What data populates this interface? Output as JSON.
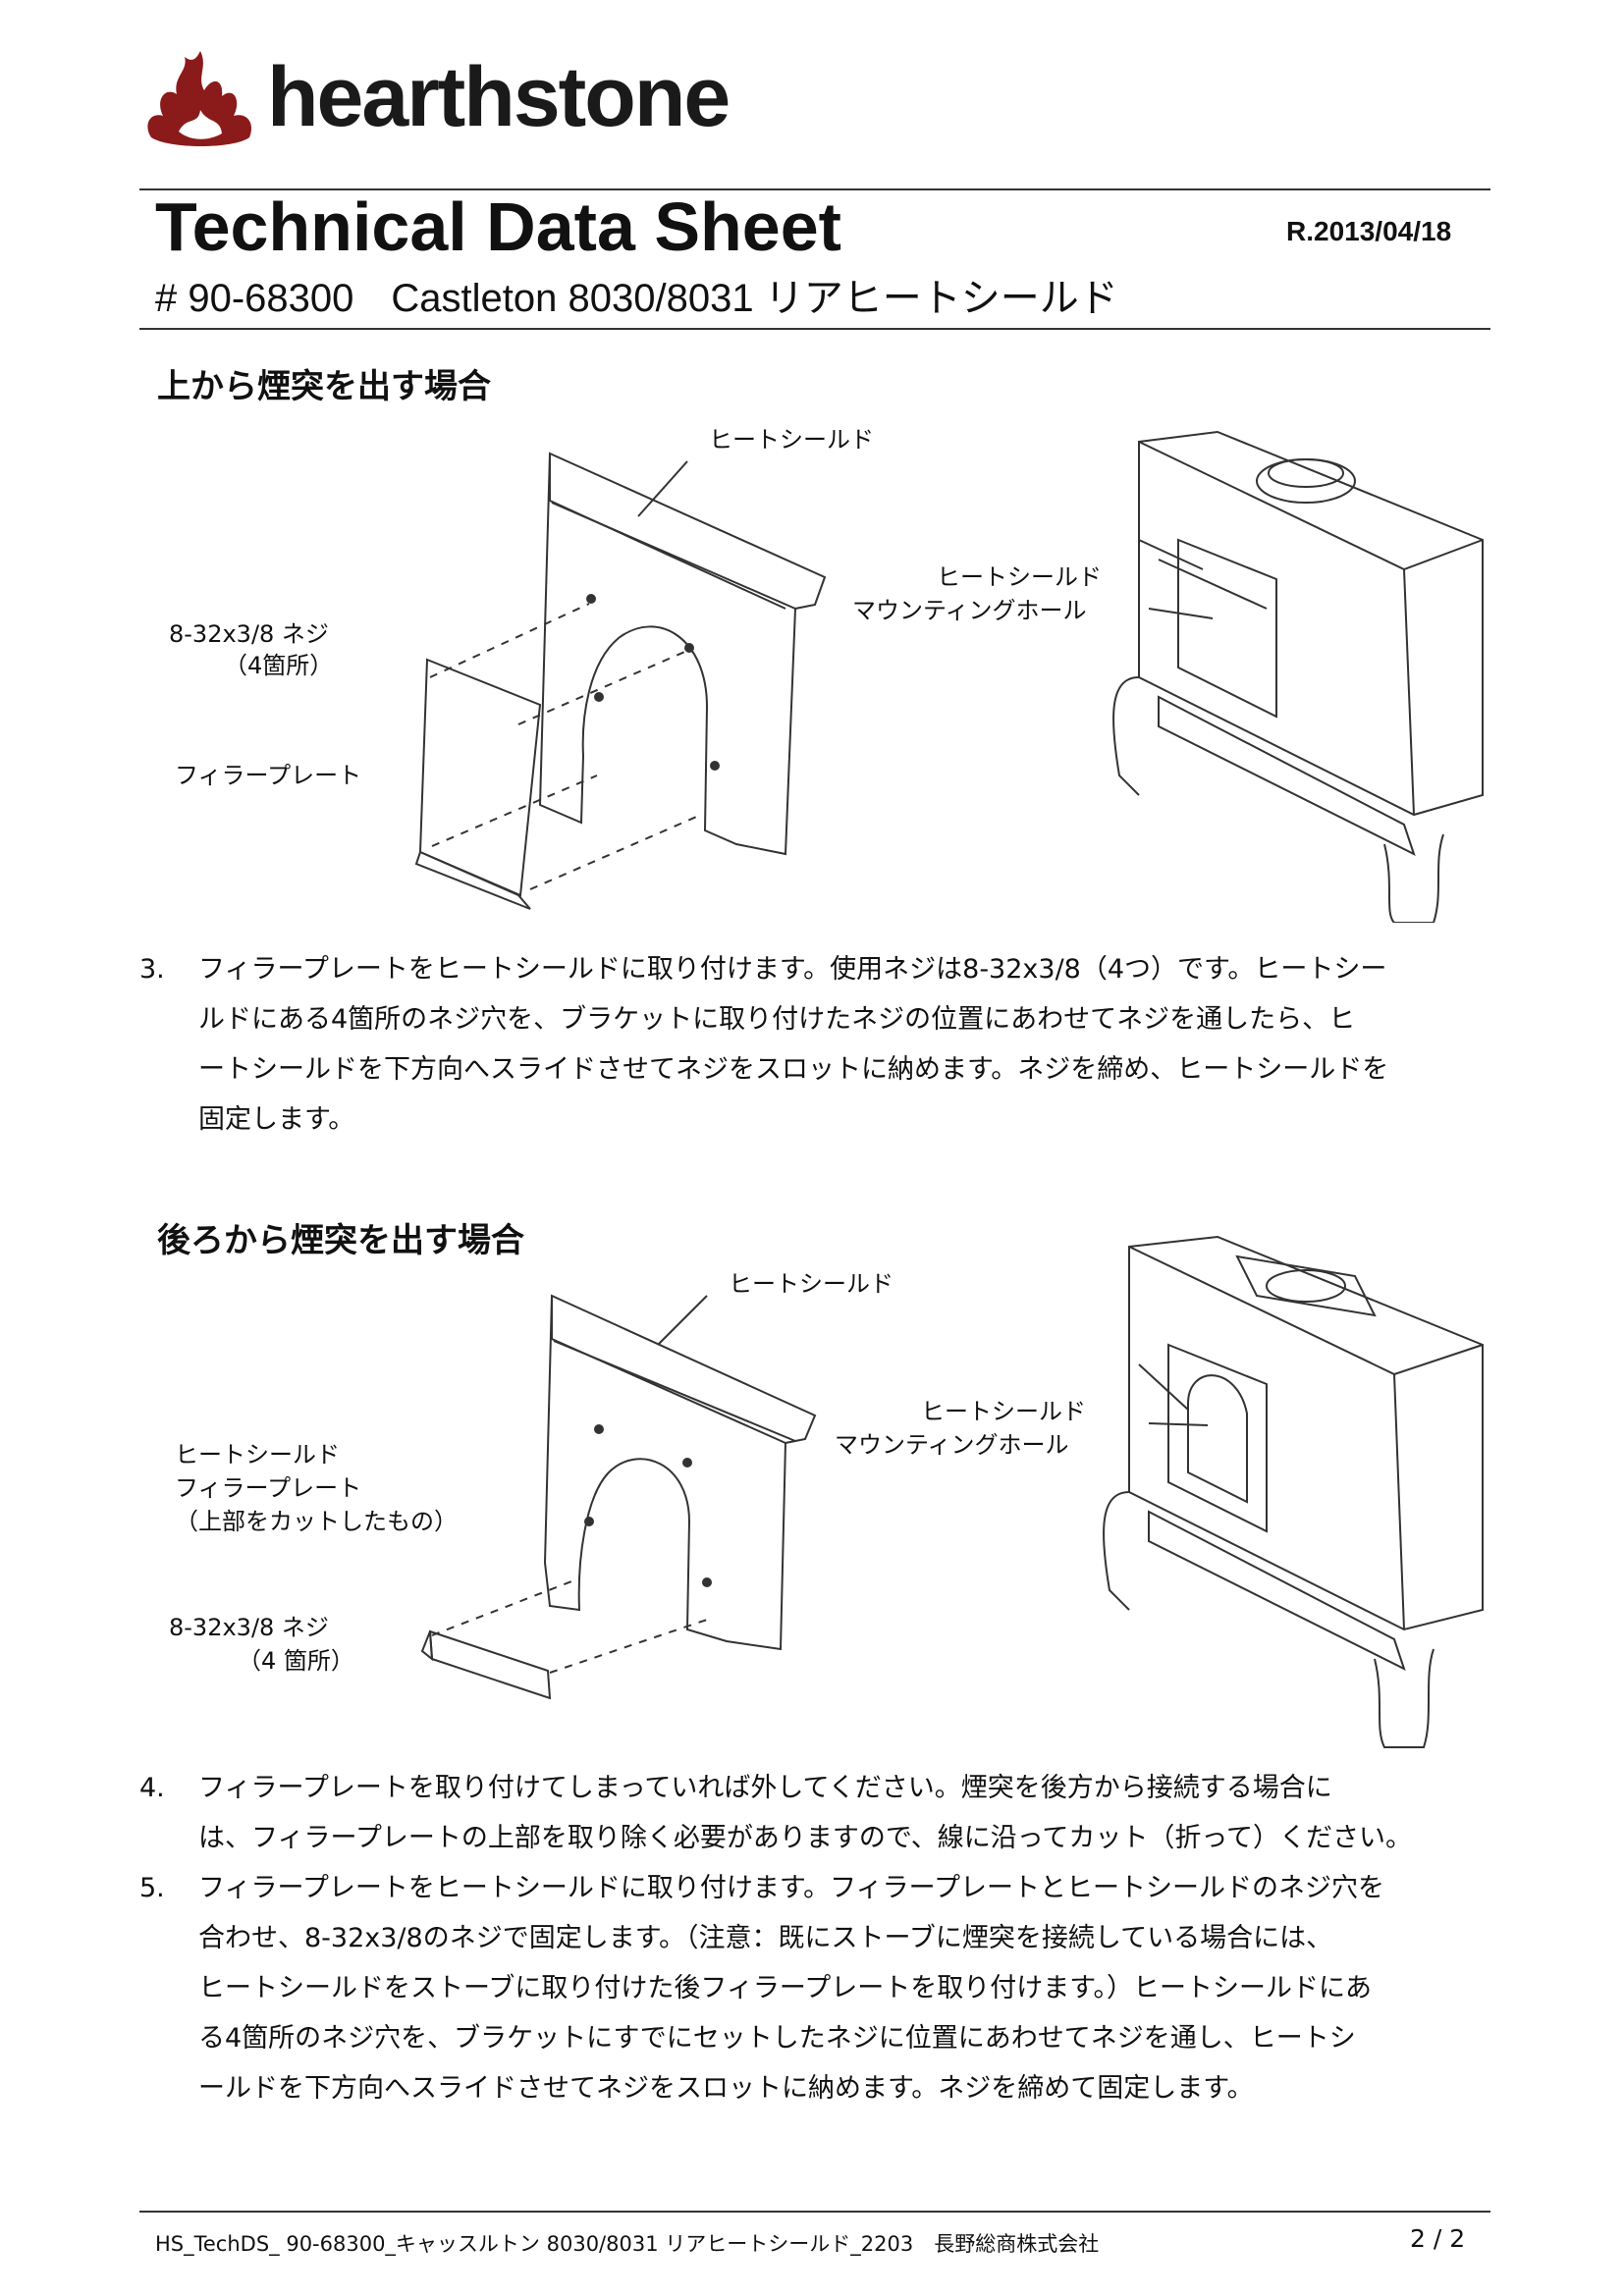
{
  "brand": {
    "name": "hearthstone"
  },
  "header": {
    "title": "Technical Data Sheet",
    "revision": "R.2013/04/18",
    "part_number": "# 90-68300",
    "product": "Castleton 8030/8031 リアヒートシールド"
  },
  "section1": {
    "heading": "上から煙突を出す場合",
    "labels": {
      "heat_shield": "ヒートシールド",
      "screw_1": "8-32x3/8 ネジ",
      "screw_2": "（4箇所）",
      "filler_plate": "フィラープレート",
      "mount_1": "ヒートシールド",
      "mount_2": "マウンティングホール"
    }
  },
  "steps_a": [
    {
      "num": "3.",
      "lines": [
        "フィラープレートをヒートシールドに取り付けます。使用ネジは8-32x3/8（4つ）です。ヒートシー",
        "ルドにある4箇所のネジ穴を、ブラケットに取り付けたネジの位置にあわせてネジを通したら、ヒ",
        "ートシールドを下方向へスライドさせてネジをスロットに納めます。ネジを締め、ヒートシールドを",
        "固定します。"
      ]
    }
  ],
  "section2": {
    "heading": "後ろから煙突を出す場合",
    "labels": {
      "heat_shield": "ヒートシールド",
      "filler_1": "ヒートシールド",
      "filler_2": "フィラープレート",
      "filler_3": "（上部をカットしたもの）",
      "screw_1": "8-32x3/8 ネジ",
      "screw_2": "（4 箇所）",
      "mount_1": "ヒートシールド",
      "mount_2": "マウンティングホール"
    }
  },
  "steps_b": [
    {
      "num": "4.",
      "lines": [
        "フィラープレートを取り付けてしまっていれば外してください。煙突を後方から接続する場合に",
        "は、フィラープレートの上部を取り除く必要がありますので、線に沿ってカット（折って）ください。"
      ]
    },
    {
      "num": "5.",
      "lines": [
        "フィラープレートをヒートシールドに取り付けます。フィラープレートとヒートシールドのネジ穴を",
        "合わせ、8-32x3/8のネジで固定します。（注意：既にストーブに煙突を接続している場合には、",
        "ヒートシールドをストーブに取り付けた後フィラープレートを取り付けます。）ヒートシールドにあ",
        "る4箇所のネジ穴を、ブラケットにすでにセットしたネジに位置にあわせてネジを通し、ヒートシ",
        "ールドを下方向へスライドさせてネジをスロットに納めます。ネジを締めて固定します。"
      ]
    }
  ],
  "footer": {
    "doc_id": "HS_TechDS_ 90-68300_キャッスルトン 8030/8031 リアヒートシールド_2203　長野総商株式会社",
    "page": "2 / 2"
  },
  "colors": {
    "logo_flame": "#8b1a1a",
    "text": "#111111",
    "rule": "#333333"
  }
}
